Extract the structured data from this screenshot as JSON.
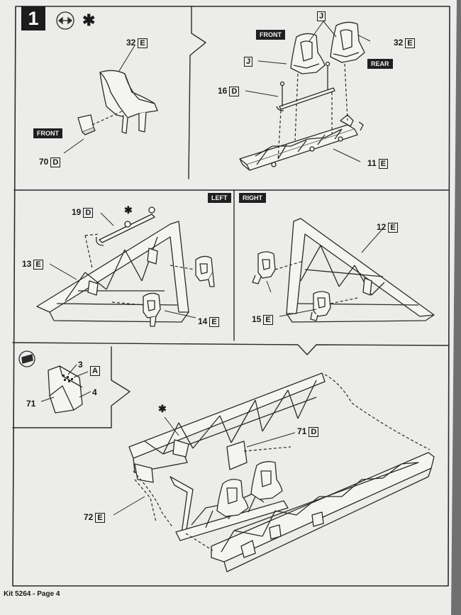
{
  "step": {
    "number": "1",
    "star": "✱"
  },
  "icons": {
    "sub_assembly": "sub-assembly-icon",
    "cement": "cement-icon",
    "no_cement": "no-cement-icon"
  },
  "panel1": {
    "part_32": {
      "num": "32",
      "code": "E"
    },
    "front_tag": "FRONT",
    "part_70": {
      "num": "70",
      "code": "D"
    }
  },
  "panel2": {
    "part_j_top": {
      "code": "J"
    },
    "front_tag": "FRONT",
    "part_32": {
      "num": "32",
      "code": "E"
    },
    "part_j_left": {
      "code": "J"
    },
    "rear_tag": "REAR",
    "part_16": {
      "num": "16",
      "code": "D"
    },
    "part_11": {
      "num": "11",
      "code": "E"
    }
  },
  "panel3": {
    "left_tag": "LEFT",
    "part_19": {
      "num": "19",
      "code": "D"
    },
    "star": "✱",
    "part_13": {
      "num": "13",
      "code": "E"
    },
    "part_14": {
      "num": "14",
      "code": "E"
    }
  },
  "panel4": {
    "right_tag": "RIGHT",
    "part_12": {
      "num": "12",
      "code": "E"
    },
    "part_15": {
      "num": "15",
      "code": "E"
    }
  },
  "panel5": {
    "inset_3": "3",
    "inset_a": {
      "code": "A"
    },
    "inset_71": "71",
    "inset_4": "4",
    "star": "✱",
    "part_71": {
      "num": "71",
      "code": "D"
    },
    "part_72": {
      "num": "72",
      "code": "E"
    }
  },
  "footer": "Kit 5264 - Page 4"
}
